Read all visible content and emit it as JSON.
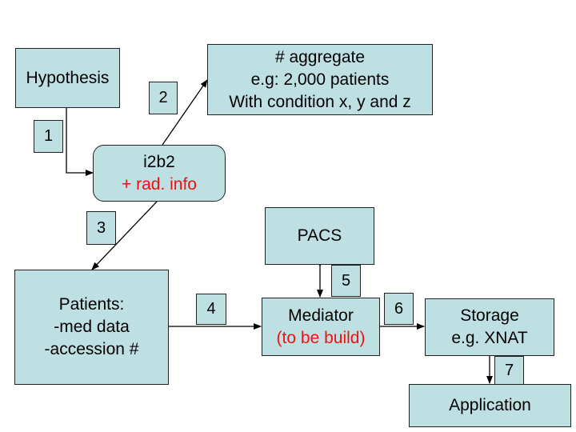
{
  "nodes": {
    "hypothesis": {
      "label": "Hypothesis"
    },
    "aggregate": {
      "lines": [
        "# aggregate",
        "e.g: 2,000 patients",
        "With condition x, y and z"
      ]
    },
    "i2b2": {
      "label": "i2b2",
      "sublabel": "+ rad. info"
    },
    "pacs": {
      "label": "PACS"
    },
    "patients": {
      "lines": [
        "Patients:",
        "-med data",
        "-accession #"
      ]
    },
    "mediator": {
      "label": "Mediator",
      "sublabel": "(to be build)"
    },
    "storage": {
      "lines": [
        "Storage",
        "e.g. XNAT"
      ]
    },
    "application": {
      "label": "Application"
    }
  },
  "steps": [
    "1",
    "2",
    "3",
    "4",
    "5",
    "6",
    "7"
  ],
  "colors": {
    "box_fill": "#bfe0e3",
    "highlight_text": "#ee1111",
    "border": "#222222"
  }
}
